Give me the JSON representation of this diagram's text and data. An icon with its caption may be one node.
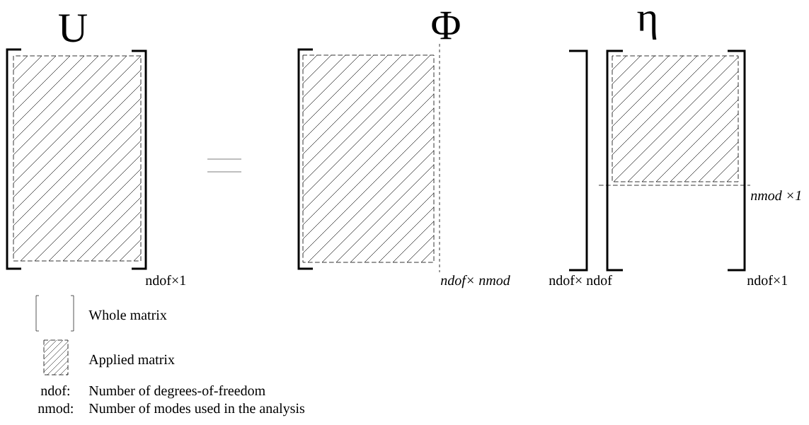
{
  "diagram": {
    "labels": [
      "U",
      "Φ",
      "η",
      "nmod ×1",
      "ndof×1",
      "ndof× nmod",
      "ndof× ndof",
      "ndof×1",
      "ndof:",
      "Number of degrees-of-freedom",
      "nmod:",
      "Number of modes used in the analysis"
    ],
    "legend": [
      {
        "text": "Whole matrix"
      },
      {
        "text": "Applied matrix"
      }
    ]
  }
}
